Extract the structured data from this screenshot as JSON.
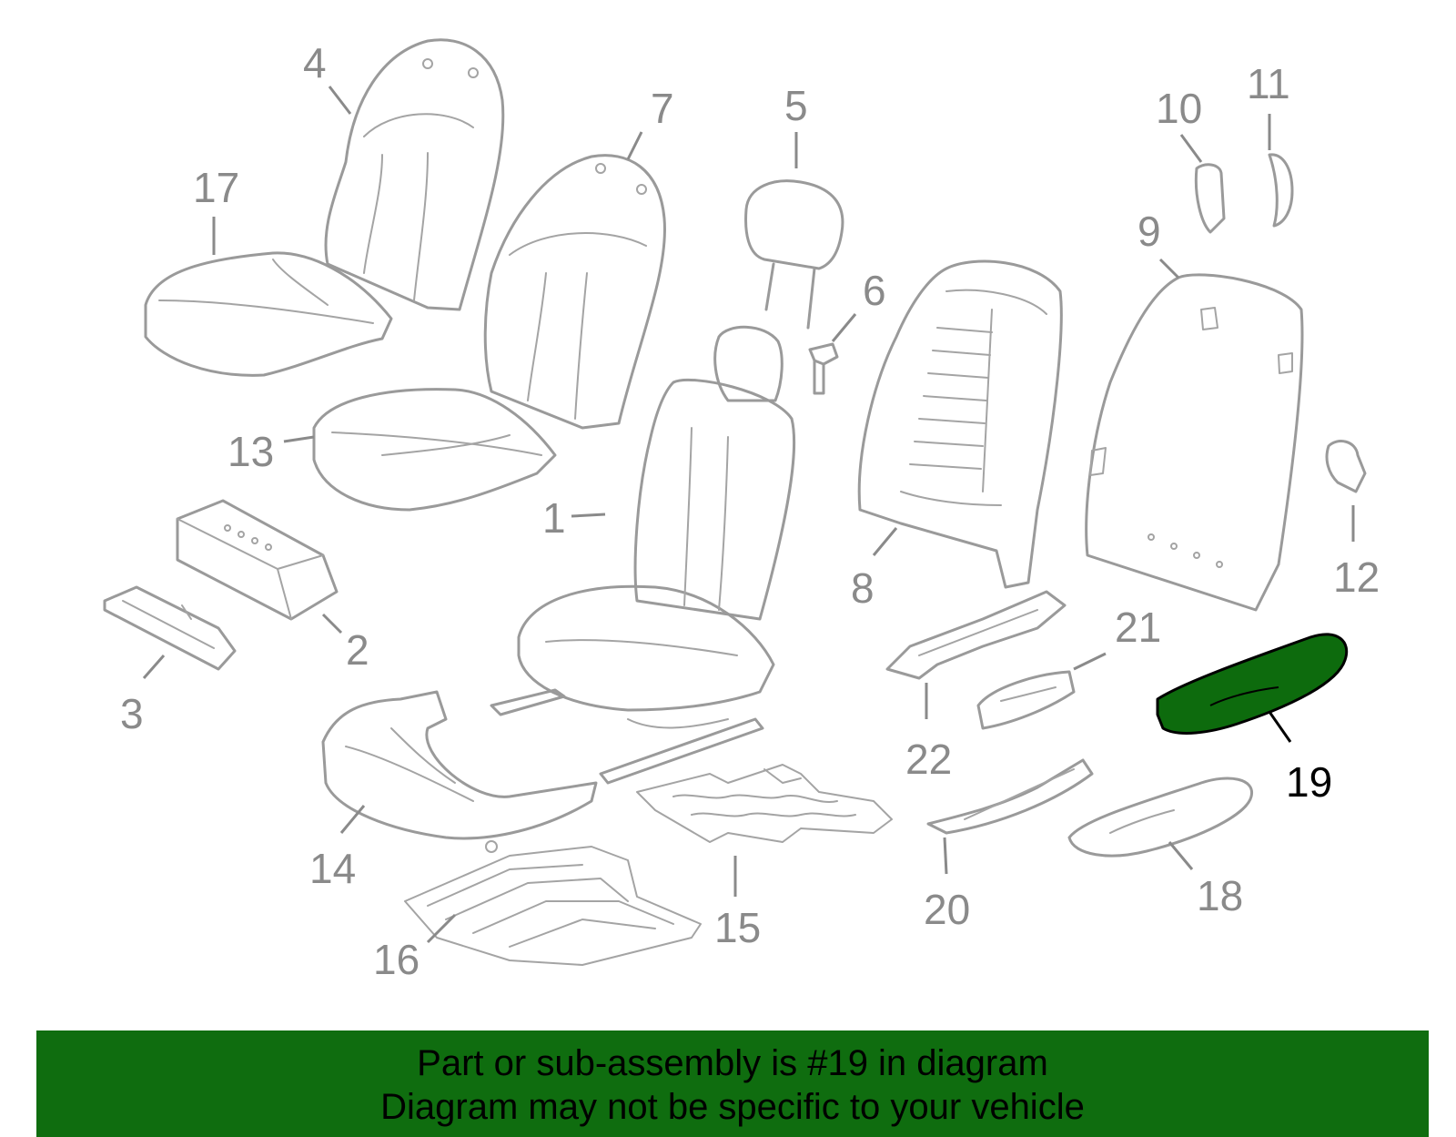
{
  "diagram": {
    "highlight_callout": "19",
    "callouts": {
      "c1": "1",
      "c2": "2",
      "c3": "3",
      "c4": "4",
      "c5": "5",
      "c6": "6",
      "c7": "7",
      "c8": "8",
      "c9": "9",
      "c10": "10",
      "c11": "11",
      "c12": "12",
      "c13": "13",
      "c14": "14",
      "c15": "15",
      "c16": "16",
      "c17": "17",
      "c18": "18",
      "c19": "19",
      "c20": "20",
      "c21": "21",
      "c22": "22"
    },
    "colors": {
      "highlight_fill": "#0d6b0d",
      "banner_bg": "#0f6d0f",
      "line_gray": "#9a9a9a"
    }
  },
  "banner": {
    "line1": "Part or sub-assembly is #19 in diagram",
    "line2": "Diagram may not be specific to your vehicle"
  }
}
